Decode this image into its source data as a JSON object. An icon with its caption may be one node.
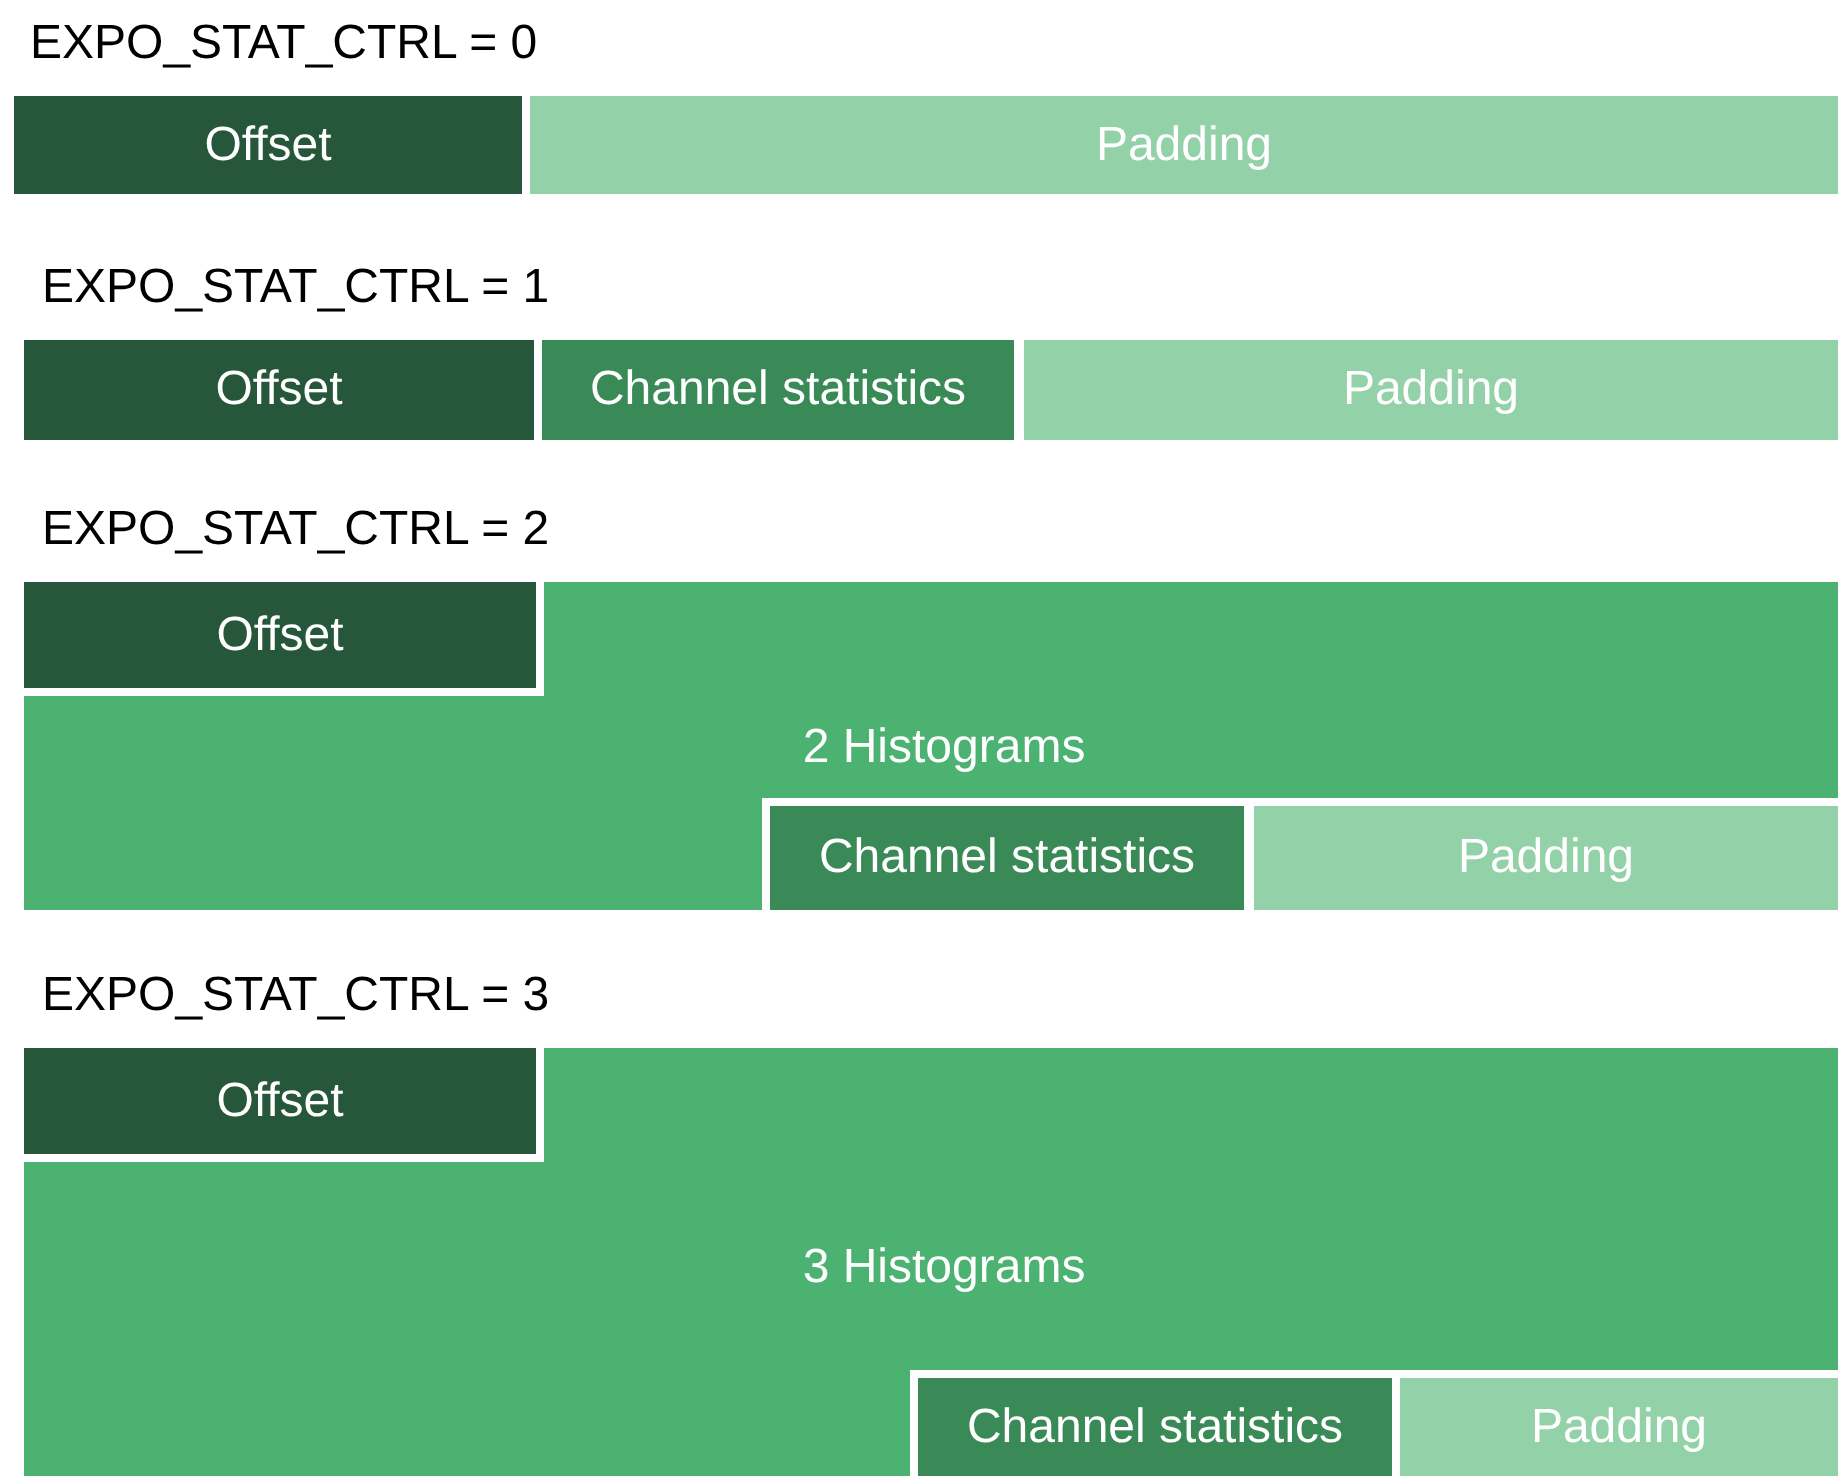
{
  "diagram": {
    "nodes": [
      {
        "text": [
          "Offset"
        ]
      },
      {
        "text": [
          "Padding"
        ]
      },
      {
        "text": [
          "Offset"
        ]
      },
      {
        "text": [
          "Channel statistics"
        ]
      },
      {
        "text": [
          "Padding"
        ]
      },
      {
        "text": [
          "Offset"
        ]
      },
      {
        "text": [
          "2 Histograms"
        ]
      },
      {
        "text": [
          "Channel statistics"
        ]
      },
      {
        "text": [
          "Padding"
        ]
      },
      {
        "text": [
          "Offset"
        ]
      },
      {
        "text": [
          "3 Histograms"
        ]
      },
      {
        "text": [
          "Channel statistics"
        ]
      },
      {
        "text": [
          "Padding"
        ]
      }
    ],
    "labels": [
      "EXPO_STAT_CTRL = 0",
      "EXPO_STAT_CTRL = 1",
      "EXPO_STAT_CTRL = 2",
      "EXPO_STAT_CTRL = 3"
    ]
  }
}
